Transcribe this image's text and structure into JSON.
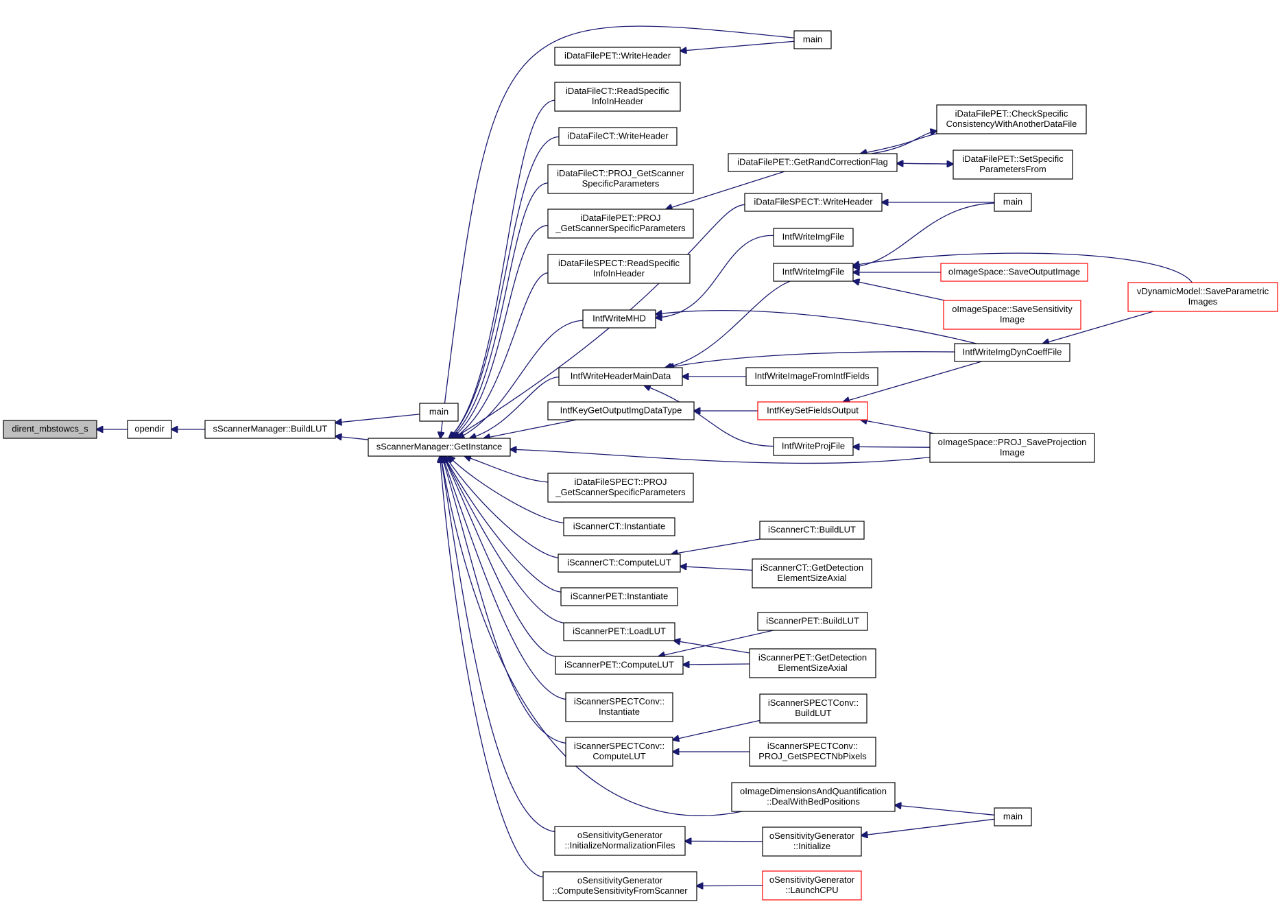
{
  "colors": {
    "edge": "#191970",
    "node_border": "#000000",
    "node_border_truncated": "#ff0000",
    "root_fill": "#bfbfbf",
    "node_fill": "#ffffff"
  },
  "nodes": [
    {
      "id": "dirent_mbstowcs_s",
      "lines": [
        "dirent_mbstowcs_s"
      ],
      "root": true
    },
    {
      "id": "opendir",
      "lines": [
        "opendir"
      ]
    },
    {
      "id": "sScannerManager_BuildLUT",
      "lines": [
        "sScannerManager::BuildLUT"
      ]
    },
    {
      "id": "main_a",
      "lines": [
        "main"
      ]
    },
    {
      "id": "sScannerManager_GetInstance",
      "lines": [
        "sScannerManager::GetInstance"
      ]
    },
    {
      "id": "iDataFilePET_WriteHeader",
      "lines": [
        "iDataFilePET::WriteHeader"
      ]
    },
    {
      "id": "main_b",
      "lines": [
        "main"
      ]
    },
    {
      "id": "iDataFileCT_ReadSpecificInfoInHeader",
      "lines": [
        "iDataFileCT::ReadSpecific",
        "InfoInHeader"
      ]
    },
    {
      "id": "iDataFileCT_WriteHeader",
      "lines": [
        "iDataFileCT::WriteHeader"
      ]
    },
    {
      "id": "iDataFileCT_PROJ_GetScannerSpecificParameters",
      "lines": [
        "iDataFileCT::PROJ_GetScanner",
        "SpecificParameters"
      ]
    },
    {
      "id": "iDataFilePET_PROJ_GetScannerSpecificParameters",
      "lines": [
        "iDataFilePET::PROJ",
        "_GetScannerSpecificParameters"
      ]
    },
    {
      "id": "iDataFileSPECT_ReadSpecificInfoInHeader",
      "lines": [
        "iDataFileSPECT::ReadSpecific",
        "InfoInHeader"
      ]
    },
    {
      "id": "IntfWriteMHD",
      "lines": [
        "IntfWriteMHD"
      ]
    },
    {
      "id": "IntfWriteHeaderMainData",
      "lines": [
        "IntfWriteHeaderMainData"
      ]
    },
    {
      "id": "IntfKeyGetOutputImgDataType",
      "lines": [
        "IntfKeyGetOutputImgDataType"
      ]
    },
    {
      "id": "iDataFileSPECT_PROJ_GetScannerSpecificParameters",
      "lines": [
        "iDataFileSPECT::PROJ",
        "_GetScannerSpecificParameters"
      ]
    },
    {
      "id": "iScannerCT_Instantiate",
      "lines": [
        "iScannerCT::Instantiate"
      ]
    },
    {
      "id": "iScannerCT_ComputeLUT",
      "lines": [
        "iScannerCT::ComputeLUT"
      ]
    },
    {
      "id": "iScannerPET_Instantiate",
      "lines": [
        "iScannerPET::Instantiate"
      ]
    },
    {
      "id": "iScannerPET_LoadLUT",
      "lines": [
        "iScannerPET::LoadLUT"
      ]
    },
    {
      "id": "iScannerPET_ComputeLUT",
      "lines": [
        "iScannerPET::ComputeLUT"
      ]
    },
    {
      "id": "iScannerSPECTConv_Instantiate",
      "lines": [
        "iScannerSPECTConv::",
        "Instantiate"
      ]
    },
    {
      "id": "iScannerSPECTConv_ComputeLUT",
      "lines": [
        "iScannerSPECTConv::",
        "ComputeLUT"
      ]
    },
    {
      "id": "oImageDimensionsAndQuantification_DealWithBedPositions",
      "lines": [
        "oImageDimensionsAndQuantification",
        "::DealWithBedPositions"
      ]
    },
    {
      "id": "oSensitivityGenerator_InitializeNormalizationFiles",
      "lines": [
        "oSensitivityGenerator",
        "::InitializeNormalizationFiles"
      ]
    },
    {
      "id": "oSensitivityGenerator_ComputeSensitivityFromScanner",
      "lines": [
        "oSensitivityGenerator",
        "::ComputeSensitivityFromScanner"
      ]
    },
    {
      "id": "iDataFilePET_GetRandCorrectionFlag",
      "lines": [
        "iDataFilePET::GetRandCorrectionFlag"
      ]
    },
    {
      "id": "iDataFilePET_CheckSpecificConsistencyWithAnotherDataFile",
      "lines": [
        "iDataFilePET::CheckSpecific",
        "ConsistencyWithAnotherDataFile"
      ]
    },
    {
      "id": "iDataFilePET_SetSpecificParametersFrom",
      "lines": [
        "iDataFilePET::SetSpecific",
        "ParametersFrom"
      ]
    },
    {
      "id": "iDataFileSPECT_WriteHeader",
      "lines": [
        "iDataFileSPECT::WriteHeader"
      ]
    },
    {
      "id": "main_c",
      "lines": [
        "main"
      ]
    },
    {
      "id": "IntfWriteImgFile_a",
      "lines": [
        "IntfWriteImgFile"
      ]
    },
    {
      "id": "IntfWriteImgFile_b",
      "lines": [
        "IntfWriteImgFile"
      ]
    },
    {
      "id": "oImageSpace_SaveOutputImage",
      "lines": [
        "oImageSpace::SaveOutputImage"
      ],
      "truncated": true
    },
    {
      "id": "oImageSpace_SaveSensitivityImage",
      "lines": [
        "oImageSpace::SaveSensitivity",
        "Image"
      ],
      "truncated": true
    },
    {
      "id": "vDynamicModel_SaveParametricImages",
      "lines": [
        "vDynamicModel::SaveParametric",
        "Images"
      ],
      "truncated": true
    },
    {
      "id": "IntfWriteImgDynCoeffFile",
      "lines": [
        "IntfWriteImgDynCoeffFile"
      ]
    },
    {
      "id": "IntfWriteImageFromIntfFields",
      "lines": [
        "IntfWriteImageFromIntfFields"
      ]
    },
    {
      "id": "IntfKeySetFieldsOutput",
      "lines": [
        "IntfKeySetFieldsOutput"
      ],
      "truncated": true
    },
    {
      "id": "IntfWriteProjFile",
      "lines": [
        "IntfWriteProjFile"
      ]
    },
    {
      "id": "oImageSpace_PROJ_SaveProjectionImage",
      "lines": [
        "oImageSpace::PROJ_SaveProjection",
        "Image"
      ]
    },
    {
      "id": "iScannerCT_BuildLUT",
      "lines": [
        "iScannerCT::BuildLUT"
      ]
    },
    {
      "id": "iScannerCT_GetDetectionElementSizeAxial",
      "lines": [
        "iScannerCT::GetDetection",
        "ElementSizeAxial"
      ]
    },
    {
      "id": "iScannerPET_BuildLUT",
      "lines": [
        "iScannerPET::BuildLUT"
      ]
    },
    {
      "id": "iScannerPET_GetDetectionElementSizeAxial",
      "lines": [
        "iScannerPET::GetDetection",
        "ElementSizeAxial"
      ]
    },
    {
      "id": "iScannerSPECTConv_BuildLUT",
      "lines": [
        "iScannerSPECTConv::",
        "BuildLUT"
      ]
    },
    {
      "id": "iScannerSPECTConv_PROJ_GetSPECTNbPixels",
      "lines": [
        "iScannerSPECTConv::",
        "PROJ_GetSPECTNbPixels"
      ]
    },
    {
      "id": "main_d",
      "lines": [
        "main"
      ]
    },
    {
      "id": "oSensitivityGenerator_Initialize",
      "lines": [
        "oSensitivityGenerator",
        "::Initialize"
      ]
    },
    {
      "id": "oSensitivityGenerator_LaunchCPU",
      "lines": [
        "oSensitivityGenerator",
        "::LaunchCPU"
      ],
      "truncated": true
    }
  ],
  "edges": [
    {
      "from": "opendir",
      "to": "dirent_mbstowcs_s"
    },
    {
      "from": "sScannerManager_BuildLUT",
      "to": "opendir"
    },
    {
      "from": "main_a",
      "to": "sScannerManager_BuildLUT"
    },
    {
      "from": "sScannerManager_GetInstance",
      "to": "sScannerManager_BuildLUT"
    },
    {
      "from": "main_b",
      "to": "sScannerManager_GetInstance"
    },
    {
      "from": "main_b",
      "to": "iDataFilePET_WriteHeader"
    },
    {
      "from": "iDataFileCT_ReadSpecificInfoInHeader",
      "to": "sScannerManager_GetInstance"
    },
    {
      "from": "iDataFileCT_WriteHeader",
      "to": "sScannerManager_GetInstance"
    },
    {
      "from": "iDataFileCT_PROJ_GetScannerSpecificParameters",
      "to": "sScannerManager_GetInstance"
    },
    {
      "from": "iDataFilePET_PROJ_GetScannerSpecificParameters",
      "to": "sScannerManager_GetInstance"
    },
    {
      "from": "iDataFilePET_GetRandCorrectionFlag",
      "to": "iDataFilePET_PROJ_GetScannerSpecificParameters"
    },
    {
      "from": "iDataFilePET_CheckSpecificConsistencyWithAnotherDataFile",
      "to": "iDataFilePET_GetRandCorrectionFlag"
    },
    {
      "from": "iDataFilePET_GetRandCorrectionFlag",
      "to": "iDataFilePET_CheckSpecificConsistencyWithAnotherDataFile"
    },
    {
      "from": "iDataFilePET_SetSpecificParametersFrom",
      "to": "iDataFilePET_GetRandCorrectionFlag"
    },
    {
      "from": "iDataFilePET_GetRandCorrectionFlag",
      "to": "iDataFilePET_SetSpecificParametersFrom"
    },
    {
      "from": "iDataFileSPECT_ReadSpecificInfoInHeader",
      "to": "sScannerManager_GetInstance"
    },
    {
      "from": "iDataFileSPECT_WriteHeader",
      "to": "sScannerManager_GetInstance"
    },
    {
      "from": "main_c",
      "to": "iDataFileSPECT_WriteHeader"
    },
    {
      "from": "IntfWriteMHD",
      "to": "sScannerManager_GetInstance"
    },
    {
      "from": "IntfWriteImgFile_a",
      "to": "IntfWriteMHD"
    },
    {
      "from": "IntfWriteImgDynCoeffFile",
      "to": "IntfWriteMHD"
    },
    {
      "from": "IntfWriteHeaderMainData",
      "to": "sScannerManager_GetInstance"
    },
    {
      "from": "IntfWriteImgFile_b",
      "to": "IntfWriteHeaderMainData"
    },
    {
      "from": "main_c",
      "to": "IntfWriteImgFile_b"
    },
    {
      "from": "oImageSpace_SaveOutputImage",
      "to": "IntfWriteImgFile_b"
    },
    {
      "from": "oImageSpace_SaveSensitivityImage",
      "to": "IntfWriteImgFile_b"
    },
    {
      "from": "vDynamicModel_SaveParametricImages",
      "to": "IntfWriteImgFile_b"
    },
    {
      "from": "IntfWriteImgDynCoeffFile",
      "to": "IntfWriteHeaderMainData"
    },
    {
      "from": "vDynamicModel_SaveParametricImages",
      "to": "IntfWriteImgDynCoeffFile"
    },
    {
      "from": "IntfWriteImageFromIntfFields",
      "to": "IntfWriteHeaderMainData"
    },
    {
      "from": "IntfWriteProjFile",
      "to": "IntfWriteHeaderMainData"
    },
    {
      "from": "oImageSpace_PROJ_SaveProjectionImage",
      "to": "IntfWriteProjFile"
    },
    {
      "from": "IntfKeyGetOutputImgDataType",
      "to": "sScannerManager_GetInstance"
    },
    {
      "from": "IntfKeySetFieldsOutput",
      "to": "IntfKeyGetOutputImgDataType"
    },
    {
      "from": "IntfWriteImgDynCoeffFile",
      "to": "IntfKeySetFieldsOutput"
    },
    {
      "from": "oImageSpace_PROJ_SaveProjectionImage",
      "to": "IntfKeySetFieldsOutput"
    },
    {
      "from": "oImageSpace_PROJ_SaveProjectionImage",
      "to": "sScannerManager_GetInstance"
    },
    {
      "from": "iDataFileSPECT_PROJ_GetScannerSpecificParameters",
      "to": "sScannerManager_GetInstance"
    },
    {
      "from": "iScannerCT_Instantiate",
      "to": "sScannerManager_GetInstance"
    },
    {
      "from": "iScannerCT_ComputeLUT",
      "to": "sScannerManager_GetInstance"
    },
    {
      "from": "iScannerCT_BuildLUT",
      "to": "iScannerCT_ComputeLUT"
    },
    {
      "from": "iScannerCT_GetDetectionElementSizeAxial",
      "to": "iScannerCT_ComputeLUT"
    },
    {
      "from": "iScannerPET_Instantiate",
      "to": "sScannerManager_GetInstance"
    },
    {
      "from": "iScannerPET_LoadLUT",
      "to": "sScannerManager_GetInstance"
    },
    {
      "from": "iScannerPET_GetDetectionElementSizeAxial",
      "to": "iScannerPET_LoadLUT"
    },
    {
      "from": "iScannerPET_ComputeLUT",
      "to": "sScannerManager_GetInstance"
    },
    {
      "from": "iScannerPET_BuildLUT",
      "to": "iScannerPET_ComputeLUT"
    },
    {
      "from": "iScannerPET_GetDetectionElementSizeAxial",
      "to": "iScannerPET_ComputeLUT"
    },
    {
      "from": "iScannerSPECTConv_Instantiate",
      "to": "sScannerManager_GetInstance"
    },
    {
      "from": "iScannerSPECTConv_ComputeLUT",
      "to": "sScannerManager_GetInstance"
    },
    {
      "from": "iScannerSPECTConv_BuildLUT",
      "to": "iScannerSPECTConv_ComputeLUT"
    },
    {
      "from": "iScannerSPECTConv_PROJ_GetSPECTNbPixels",
      "to": "iScannerSPECTConv_ComputeLUT"
    },
    {
      "from": "oImageDimensionsAndQuantification_DealWithBedPositions",
      "to": "sScannerManager_GetInstance"
    },
    {
      "from": "main_d",
      "to": "oImageDimensionsAndQuantification_DealWithBedPositions"
    },
    {
      "from": "oSensitivityGenerator_InitializeNormalizationFiles",
      "to": "sScannerManager_GetInstance"
    },
    {
      "from": "oSensitivityGenerator_Initialize",
      "to": "oSensitivityGenerator_InitializeNormalizationFiles"
    },
    {
      "from": "main_d",
      "to": "oSensitivityGenerator_Initialize"
    },
    {
      "from": "oSensitivityGenerator_ComputeSensitivityFromScanner",
      "to": "sScannerManager_GetInstance"
    },
    {
      "from": "oSensitivityGenerator_LaunchCPU",
      "to": "oSensitivityGenerator_ComputeSensitivityFromScanner"
    }
  ]
}
